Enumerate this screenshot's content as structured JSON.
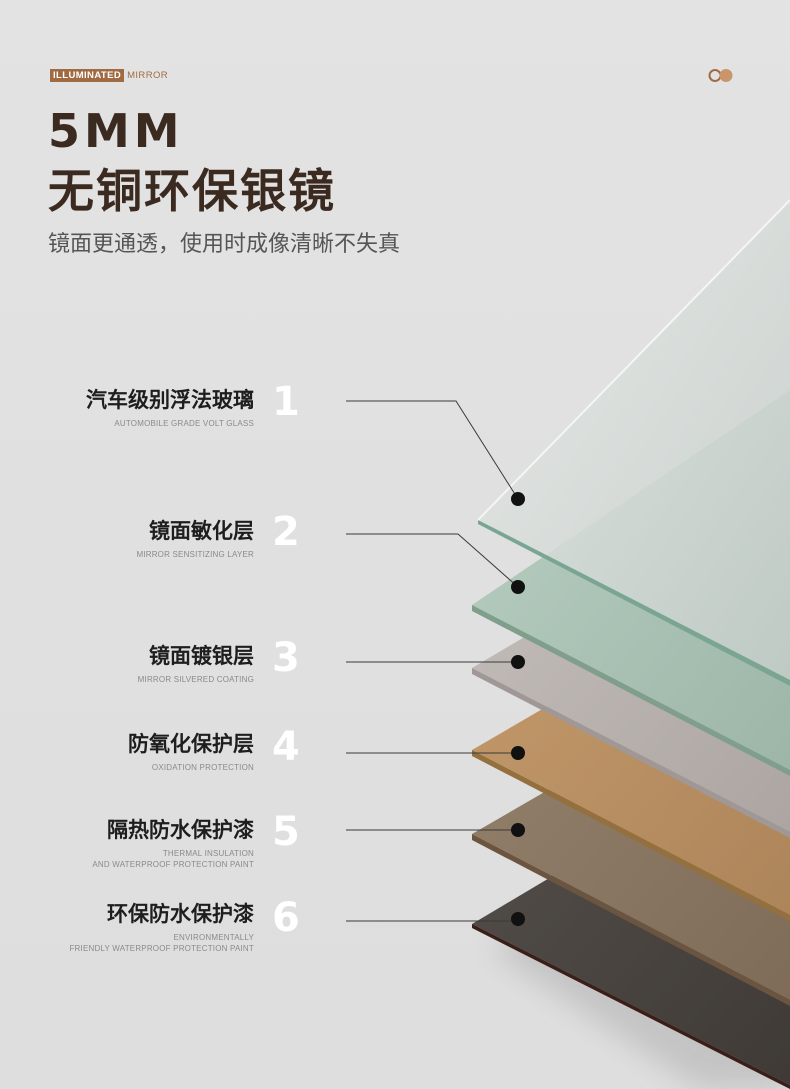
{
  "brand": {
    "tag": "ILLUMINATED",
    "rest": "MIRROR",
    "tag_color": "#a06b43"
  },
  "logo": {
    "icon": "two-rings-icon"
  },
  "heading": {
    "title_en": "5MM",
    "title_cn": "无铜环保银镜",
    "subtitle": "镜面更通透，使用时成像清晰不失真"
  },
  "layers": [
    {
      "num": "1",
      "cn": "汽车级别浮法玻璃",
      "en": [
        "AUTOMOBILE GRADE VOLT GLASS"
      ],
      "color": "#cfd6d2"
    },
    {
      "num": "2",
      "cn": "镜面敏化层",
      "en": [
        "MIRROR SENSITIZING LAYER"
      ],
      "color": "#a9c2b4"
    },
    {
      "num": "3",
      "cn": "镜面镀银层",
      "en": [
        "MIRROR SILVERED COATING"
      ],
      "color": "#b9b3b1"
    },
    {
      "num": "4",
      "cn": "防氧化保护层",
      "en": [
        "OXIDATION PROTECTION"
      ],
      "color": "#b89064"
    },
    {
      "num": "5",
      "cn": "隔热防水保护漆",
      "en": [
        "THERMAL INSULATION",
        "AND WATERPROOF PROTECTION PAINT"
      ],
      "color": "#8c7863"
    },
    {
      "num": "6",
      "cn": "环保防水保护漆",
      "en": [
        "ENVIRONMENTALLY",
        "FRIENDLY WATERPROOF PROTECTION PAINT"
      ],
      "color": "#4f4a46"
    }
  ]
}
